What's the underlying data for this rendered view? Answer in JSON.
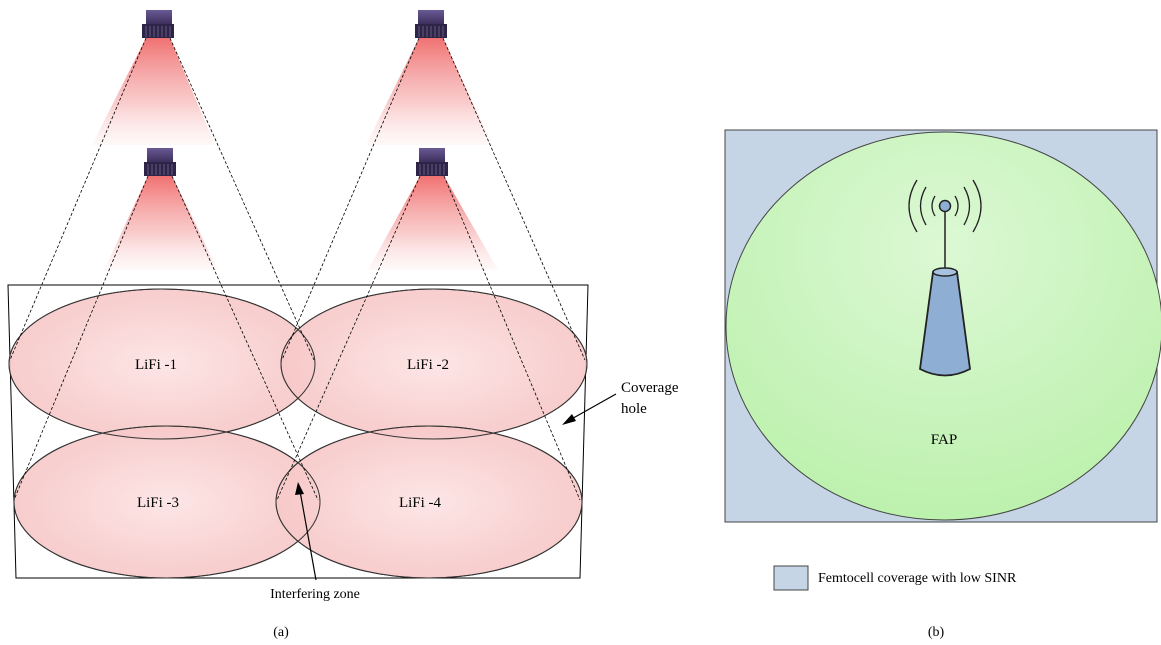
{
  "panel_a": {
    "cells": [
      {
        "label": "LiFi -1"
      },
      {
        "label": "LiFi -2"
      },
      {
        "label": "LiFi -3"
      },
      {
        "label": "LiFi -4"
      }
    ],
    "annotations": {
      "coverage_hole_line1": "Coverage",
      "coverage_hole_line2": "hole",
      "interfering_zone": "Interfering zone"
    },
    "caption": "(a)"
  },
  "panel_b": {
    "fap_label": "FAP",
    "legend_label": "Femtocell coverage with low SINR",
    "caption": "(b)",
    "colors": {
      "low_sinr_area": "#c5d5e6",
      "femtocell_circle": "#c8f5c0",
      "antenna_body": "#8faed3"
    }
  },
  "colors": {
    "light_cone": "#f08a8a",
    "lifi_cell": "#f8cccc",
    "lamp_body": "#5a4a7a"
  }
}
